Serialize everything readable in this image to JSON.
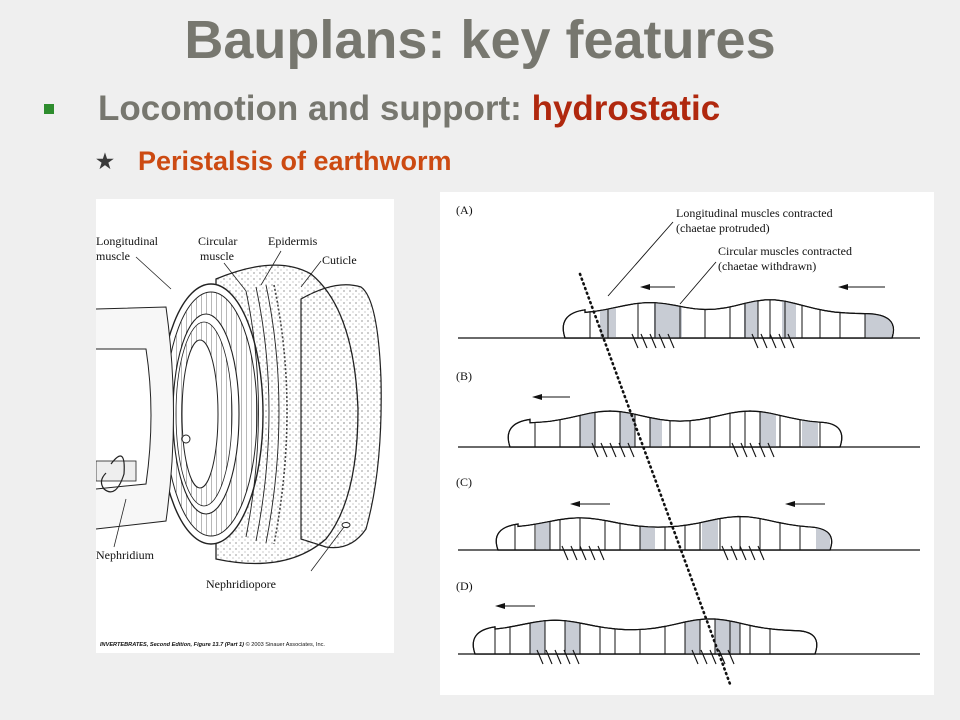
{
  "slide": {
    "title": "Bauplans: key features",
    "bullet1": {
      "prefix": "Locomotion and support: ",
      "accent": "hydrostatic"
    },
    "bullet2": "Peristalsis of earthworm"
  },
  "left_figure": {
    "labels": {
      "longitudinal_1": "Longitudinal",
      "longitudinal_2": "muscle",
      "circular_1": "Circular",
      "circular_2": "muscle",
      "epidermis": "Epidermis",
      "cuticle": "Cuticle",
      "nephridium": "Nephridium",
      "nephridiopore": "Nephridiopore"
    },
    "credit_title": "INVERTEBRATES, Second Edition, Figure 13.7 (Part 1)",
    "credit_rest": " © 2003 Sinauer Associates, Inc."
  },
  "right_figure": {
    "panels": [
      "(A)",
      "(B)",
      "(C)",
      "(D)"
    ],
    "labels": {
      "long_contracted": "Longitudinal muscles contracted",
      "chaetae_protruded": "(chaetae protruded)",
      "circ_contracted": "Circular muscles contracted",
      "chaetae_withdrawn": "(chaetae withdrawn)"
    }
  },
  "colors": {
    "title": "#77776f",
    "accent": "#b0280e",
    "sub_bullet": "#cc4a12",
    "marker": "#2d8c2d",
    "band": "#c8ccd4"
  }
}
